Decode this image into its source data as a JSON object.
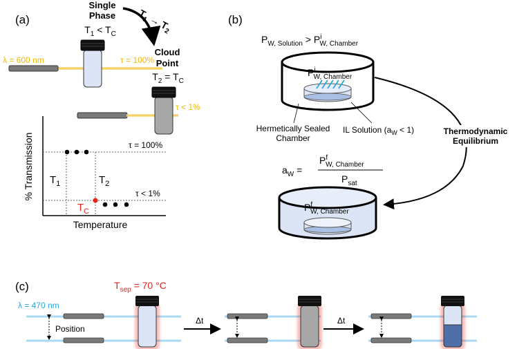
{
  "panel_a": {
    "label": "(a)",
    "single_phase_line1": "Single",
    "single_phase_line2": "Phase",
    "t1_lt_tc_main": "T",
    "t1_lt_tc_sub1": "1",
    "t1_lt_tc_mid": " < T",
    "t1_lt_tc_sub2": "C",
    "arrow_t1": "T",
    "arrow_t1_sub": "1",
    "arrow_symbol": " → ",
    "arrow_t2": "T",
    "arrow_t2_sub": "2",
    "wavelength": "λ = 600 nm",
    "tau_100_top": "τ = 100%",
    "cloud_point_line1": "Cloud",
    "cloud_point_line2": "Point",
    "t2_eq_tc_main": "T",
    "t2_eq_tc_sub1": "2",
    "t2_eq_tc_mid": " = T",
    "t2_eq_tc_sub2": "C",
    "tau_lt_1_top": "τ < 1%",
    "plot_ylabel": "% Transmission",
    "plot_xlabel": "Temperature",
    "plot_tau_100": "τ = 100%",
    "plot_tau_lt_1": "τ < 1%",
    "plot_t1": "T",
    "plot_t1_sub": "1",
    "plot_t2": "T",
    "plot_t2_sub": "2",
    "plot_tc": "T",
    "plot_tc_sub": "C"
  },
  "panel_b": {
    "label": "(b)",
    "pw_top_P": "P",
    "pw_top_sub1": "W, Solution",
    "pw_top_gt": " > P",
    "pw_top_sup": "i",
    "pw_top_sub2": "W, Chamber",
    "chamber_top_P": "P",
    "chamber_top_sup": "i",
    "chamber_top_sub": "W, Chamber",
    "hermetic_line1": "Hermetically Sealed",
    "hermetic_line2": "Chamber",
    "il_text1": "IL Solution (a",
    "il_sub": "W",
    "il_text2": " < 1)",
    "thermo_line1": "Thermodynamic",
    "thermo_line2": "Equilibrium",
    "aw_a": "a",
    "aw_sub": "W",
    "aw_eq": " = ",
    "aw_num_P": "P",
    "aw_num_sup": "f",
    "aw_num_sub": "W, Chamber",
    "aw_den_P": "P",
    "aw_den_sub": "sat",
    "chamber_bottom_P": "P",
    "chamber_bottom_sup": "f",
    "chamber_bottom_sub": "W, Chamber"
  },
  "panel_c": {
    "label": "(c)",
    "tsep_T": "T",
    "tsep_sub": "sep",
    "tsep_val": " = 70 °C",
    "wavelength": "λ = 470 nm",
    "position": "Position",
    "dt1": "Δt",
    "dt2": "Δt"
  },
  "colors": {
    "wavelength_600": "#f2b705",
    "beam_600": "#f5d36a",
    "wavelength_470": "#29a8e0",
    "beam_470": "#a9d8f2",
    "tc_red": "#e8231c",
    "red_glow": "#e8231c",
    "vial_liquid_clear": "#dbe5f6",
    "vial_liquid_cloudy": "#a7a7a7",
    "vial_liquid_dense": "#4f6fa8"
  }
}
